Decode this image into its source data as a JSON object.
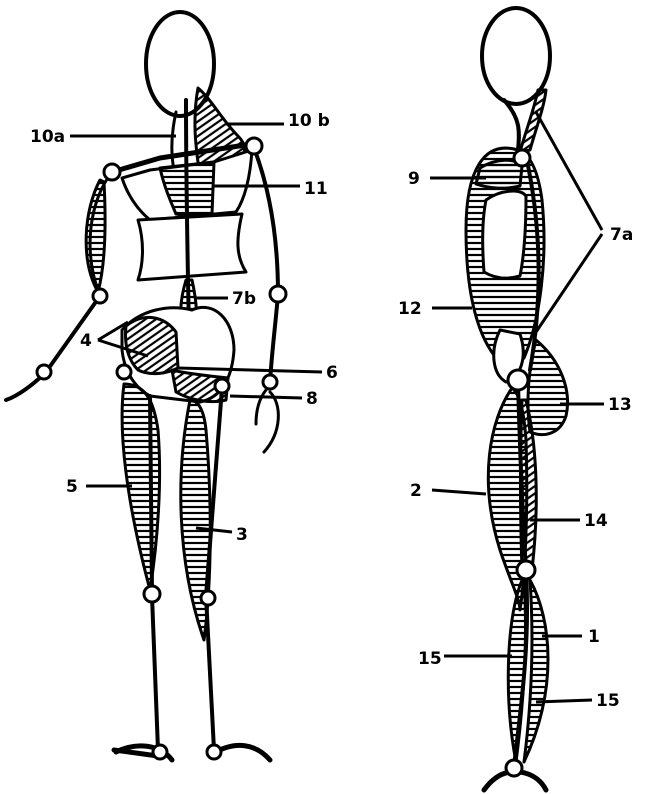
{
  "figures": {
    "back_view": {
      "labels": {
        "l10a": "10a",
        "l10b": "10 b",
        "l11": "11",
        "l7b": "7b",
        "l4": "4",
        "l6": "6",
        "l8": "8",
        "l5": "5",
        "l3": "3"
      }
    },
    "side_view": {
      "labels": {
        "l9": "9",
        "l7a": "7a",
        "l12": "12",
        "l13": "13",
        "l2": "2",
        "l14": "14",
        "l1": "1",
        "l15a": "15",
        "l15b": "15"
      }
    }
  },
  "colors": {
    "ink": "#000000",
    "paper": "#ffffff"
  }
}
